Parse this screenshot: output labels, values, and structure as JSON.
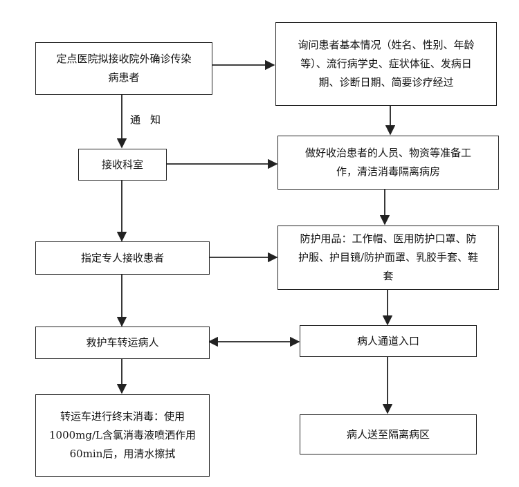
{
  "nodes": {
    "admit_hospital": "定点医院拟接收院外确诊传染病患者",
    "inquire": "询问患者基本情况（姓名、性别、年龄等）、流行病学史、症状体征、发病日期、诊断日期、简要诊疗经过",
    "receiving_dept": "接收科室",
    "prepare": "做好收治患者的人员、物资等准备工作，清洁消毒隔离病房",
    "assign_staff": "指定专人接收患者",
    "ppe": "防护用品：工作帽、医用防护口罩、防护服、护目镜/防护面罩、乳胶手套、鞋套",
    "ambulance": "救护车转运病人",
    "entrance": "病人通道入口",
    "disinfect": "转运车进行终末消毒：使用1000mg/L含氯消毒液喷洒作用60min后，用清水擦拭",
    "isolation_ward": "病人送至隔离病区"
  },
  "labels": {
    "notify": "通知"
  }
}
